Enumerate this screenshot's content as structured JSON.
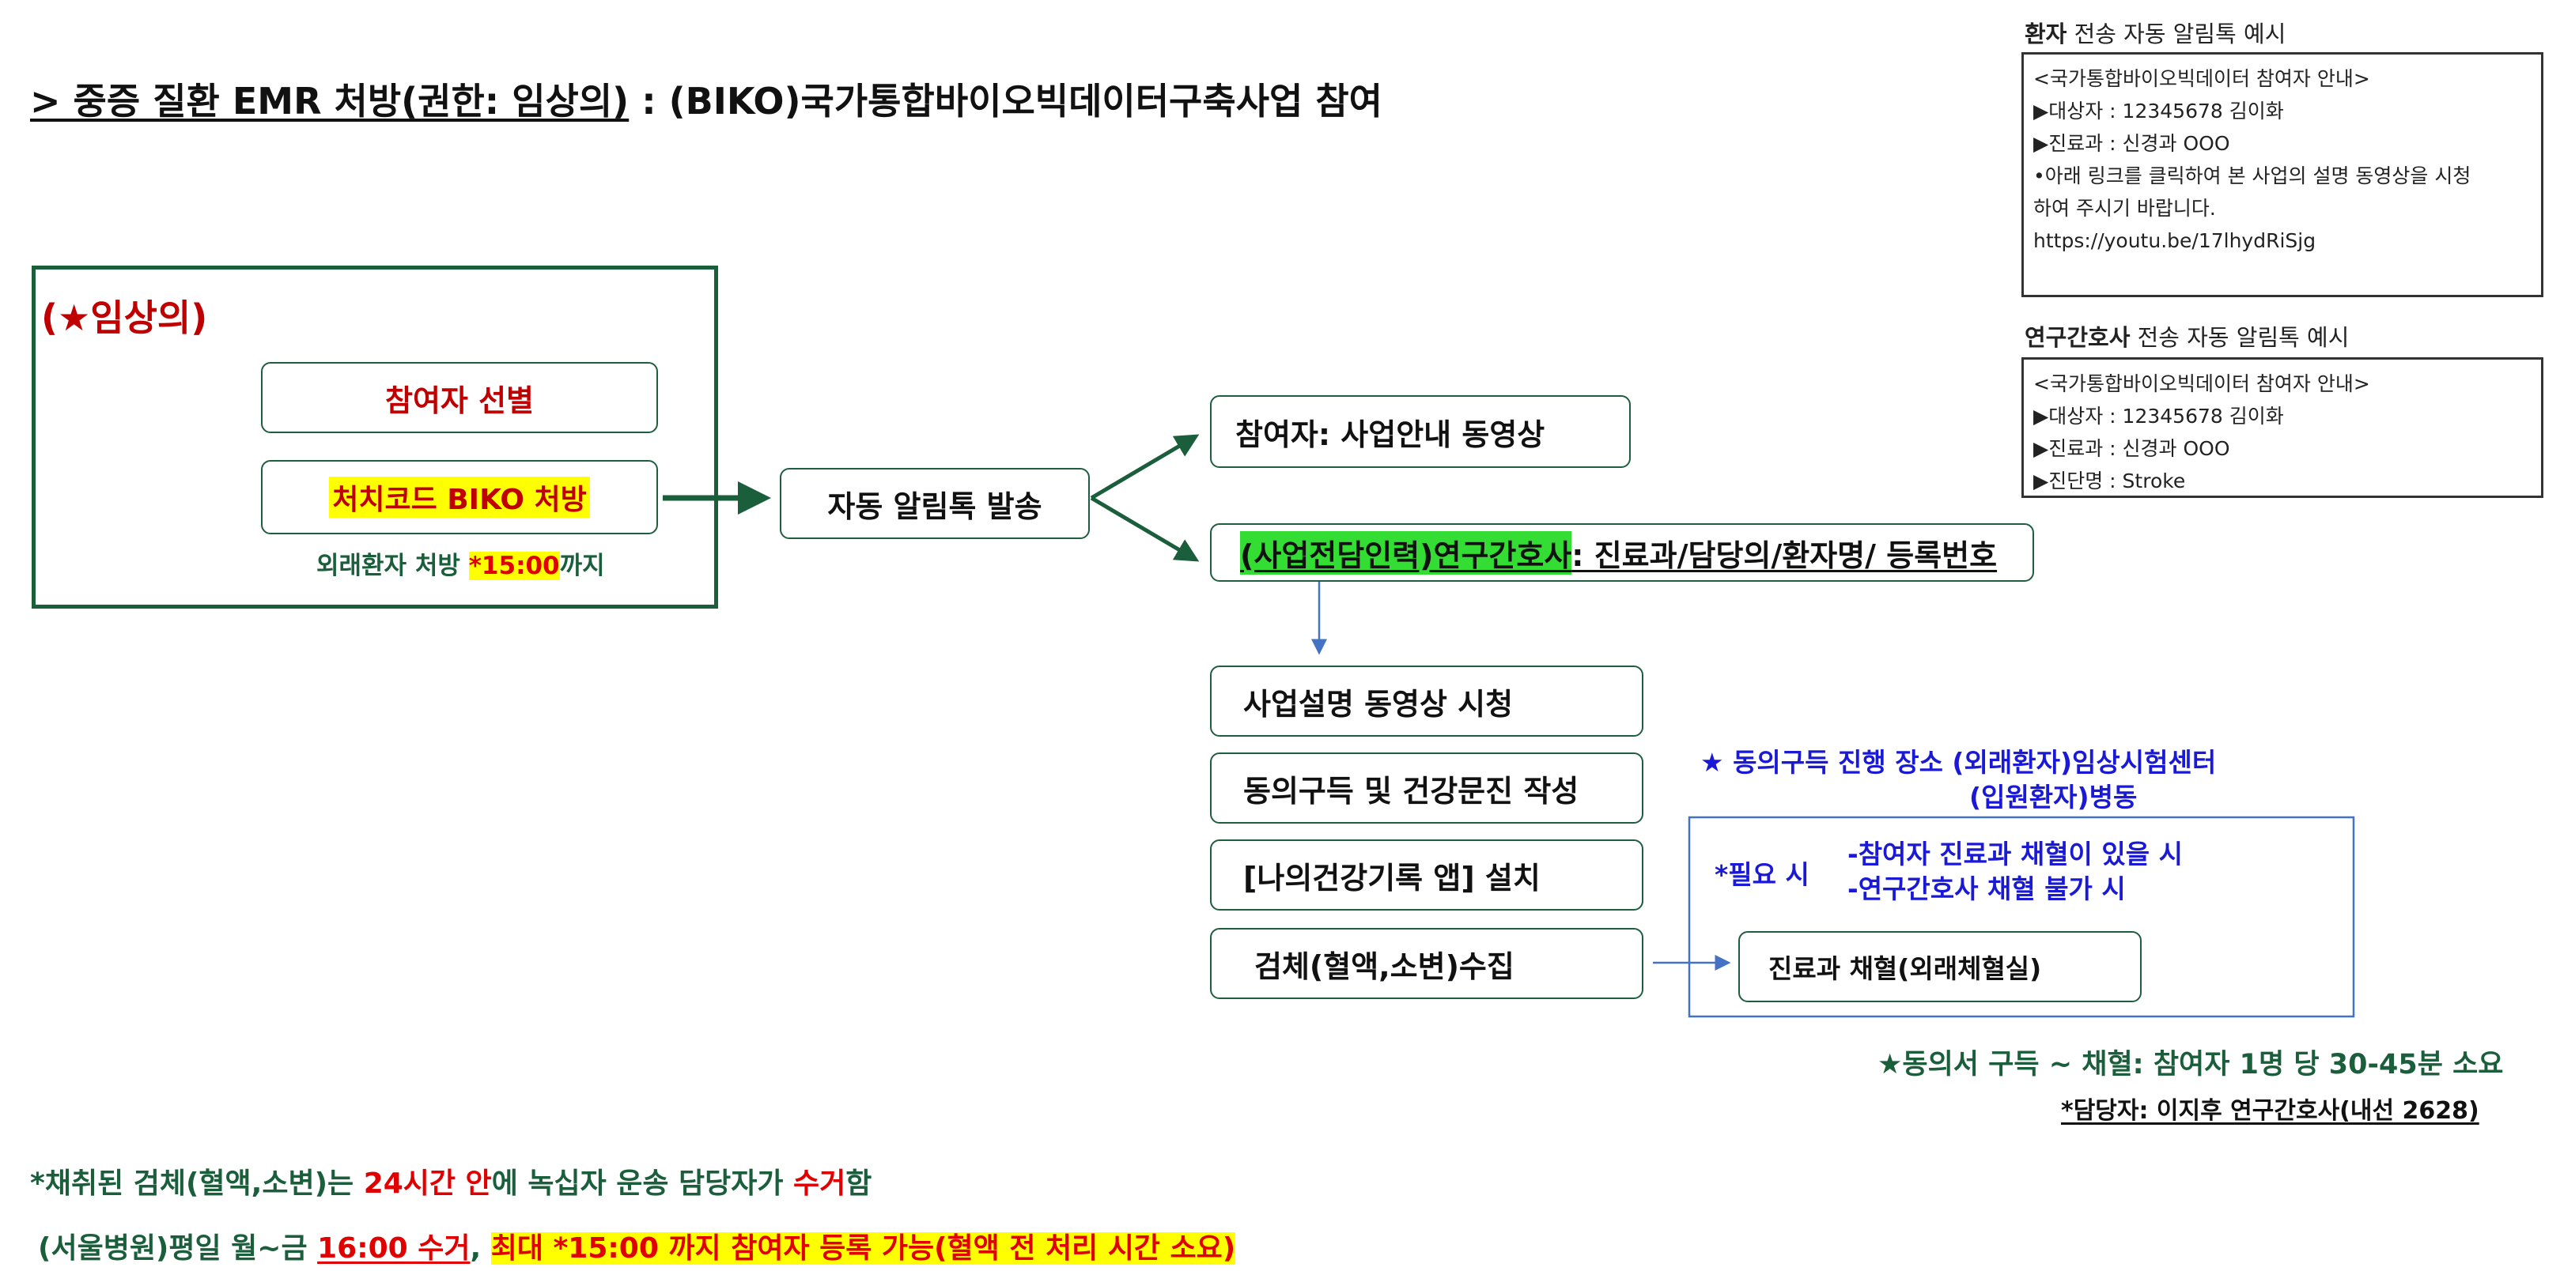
{
  "title": {
    "prefix": "> 중증 질환  EMR 처방(권한: 임상의)",
    "suffix": " : (BIKO)국가통합바이오빅데이터구축사업 참여"
  },
  "clinician_panel": {
    "role_label": "(★임상의)",
    "step1": "참여자 선별",
    "step2": "처치코드 BIKO 처방",
    "note_prefix": "외래환자 처방 ",
    "note_time": "*15:00",
    "note_suffix": "까지"
  },
  "flow": {
    "alimtalk": "자동 알림톡 발송",
    "participant": "참여자: 사업안내 동영상",
    "nurse_highlight": "(사업전담인력)연구간호사",
    "nurse_rest": ": 진료과/담당의/환자명/ 등록번호",
    "steps": [
      "사업설명 동영상 시청",
      "동의구득 및  건강문진  작성",
      "[나의건강기록 앱] 설치",
      "검체(혈액,소변)수집"
    ],
    "blood_draw": "진료과 채혈(외래체혈실)"
  },
  "consent_location": {
    "line1": "★ 동의구득 진행 장소 (외래환자)임상시험센터",
    "line2": "(입원환자)병동"
  },
  "if_needed": {
    "label": "*필요 시",
    "items": [
      "-참여자 진료과 채혈이 있을 시",
      "-연구간호사 채혈 불가 시"
    ]
  },
  "duration_note": "★동의서 구득 ~ 채혈: 참여자 1명 당 30-45분 소요",
  "contact_note": "*담당자: 이지후 연구간호사(내선 2628)",
  "patient_message": {
    "heading_bold": "환자",
    "heading_rest": " 전송 자동 알림톡 예시",
    "lines": [
      "<국가통합바이오빅데이터 참여자 안내>",
      "▶대상자 : 12345678 김이화",
      "▶진료과 : 신경과  OOO",
      "",
      "•아래 링크를 클릭하여 본 사업의 설명 동영상을 시청",
      "하여 주시기 바랍니다.",
      "https://youtu.be/17lhydRiSjg"
    ]
  },
  "nurse_message": {
    "heading_bold": "연구간호사",
    "heading_rest": " 전송 자동 알림톡 예시",
    "lines": [
      "<국가통합바이오빅데이터 참여자 안내>",
      "▶대상자 : 12345678 김이화",
      "▶진료과 : 신경과  OOO",
      "▶진단명 : Stroke"
    ]
  },
  "bottom": {
    "line1_a": "*채취된 검체(혈액,소변)는 ",
    "line1_b": "24시간 안",
    "line1_c": "에 녹십자 운송 담당자가 ",
    "line1_d": "수거",
    "line1_e": "함",
    "line2_a": "(서울병원)평일 월~금 ",
    "line2_b": "16:00 수거",
    "line2_c": ", ",
    "line2_d": "최대 *15:00 까지 참여자 등록 가능(혈액 전 처리 시간 소요)"
  },
  "colors": {
    "dark_green": "#1b5e3b",
    "red": "#c00000",
    "blue": "#1a1ad6",
    "highlight_yellow": "#ffff00",
    "highlight_green": "#33dd33",
    "arrow_blue": "#4472c4"
  }
}
